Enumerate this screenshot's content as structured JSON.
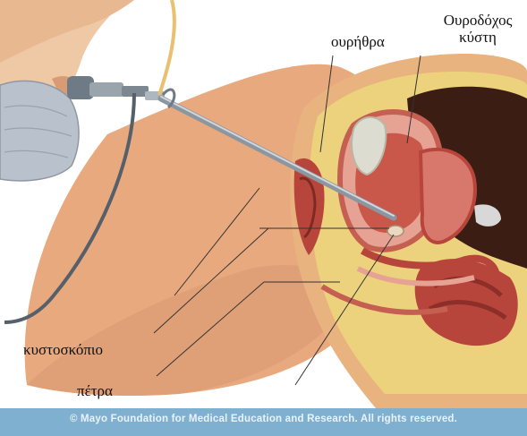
{
  "labels": {
    "urethra": "ουρήθρα",
    "bladder": "Ουροδόχος κύστη",
    "cystoscope": "κυστοσκόπιο",
    "stone": "πέτρα"
  },
  "copyright": "© Mayo Foundation for Medical Education and Research.  All rights reserved.",
  "colors": {
    "skin": "#e9a97f",
    "skin_shadow": "#c98560",
    "tissue_red": "#b8453b",
    "tissue_pink": "#e6a394",
    "fat_yellow": "#ecd27c",
    "instrument": "#9aa4ad",
    "mask": "#b9c2cc",
    "copyright_bar": "#7fb0d0"
  }
}
